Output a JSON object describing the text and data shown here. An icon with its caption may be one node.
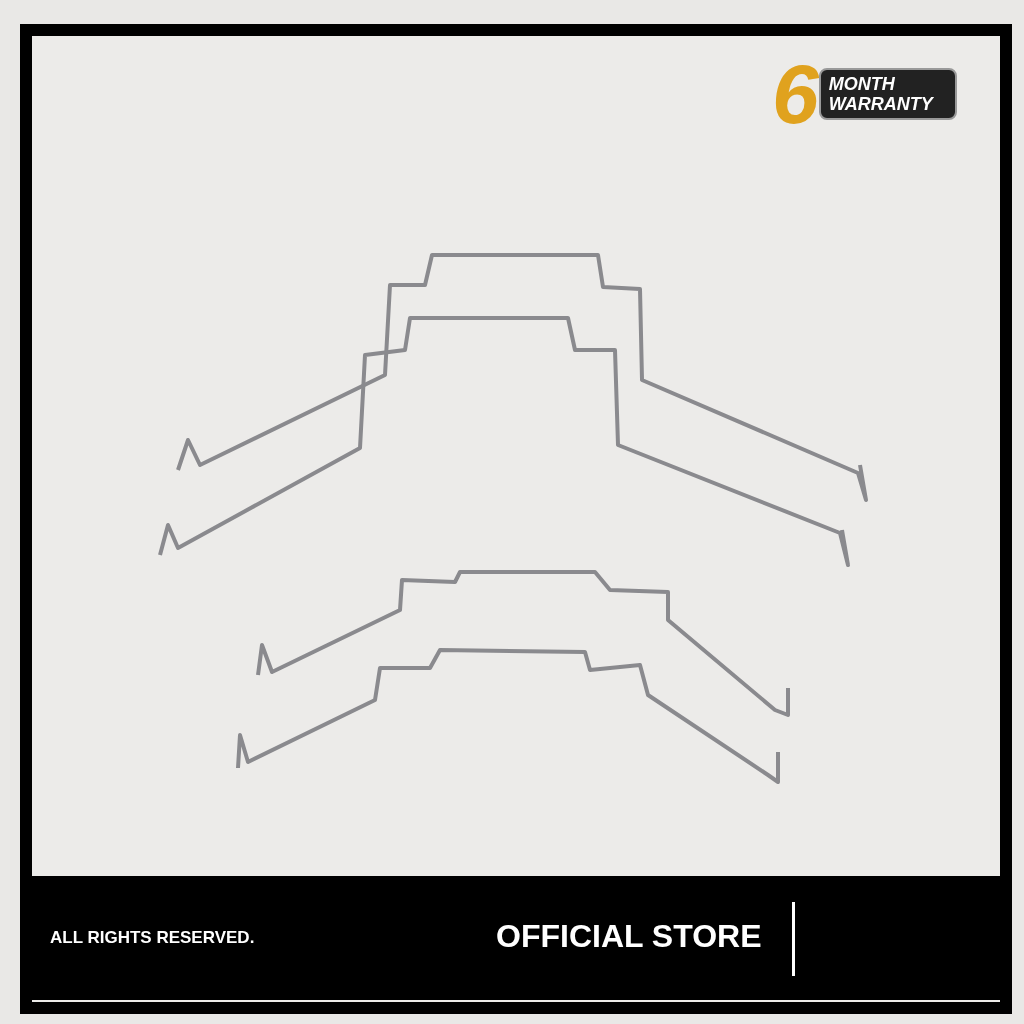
{
  "diagram": {
    "labels": [
      "6",
      "MONTH WARRANTY",
      "ALL RIGHTS RESERVED.",
      "OFFICIAL STORE"
    ]
  }
}
